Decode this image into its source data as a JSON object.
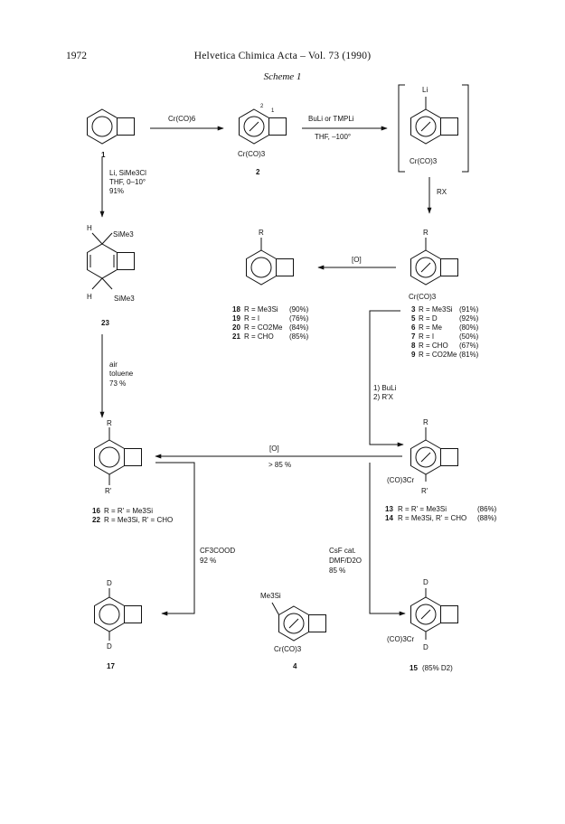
{
  "header": {
    "page_number": "1972",
    "journal": "Helvetica Chimica Acta – Vol. 73 (1990)",
    "scheme_title": "Scheme 1"
  },
  "labels": {
    "c1": "1",
    "c2": "2",
    "c4": "4",
    "c17": "17",
    "c23": "23",
    "cr_co6": "Cr(CO)6",
    "cr_co3": "Cr(CO)3",
    "co3cr": "(CO)3Cr",
    "li": "Li",
    "r": "R",
    "r_prime": "R'",
    "d": "D",
    "h": "H",
    "sime3": "SiMe3",
    "me3si": "Me3Si",
    "ring_pos_2": "2",
    "ring_pos_1": "1"
  },
  "conditions": {
    "step_1_2": "Cr(CO)6",
    "lithiation_1": "BuLi or TMPLi",
    "lithiation_2": "THF, –100°",
    "birch_1": "Li, SiMe3Cl",
    "birch_2": "THF, 0–10°",
    "birch_3": "91%",
    "rx": "RX",
    "oxid": "[O]",
    "air_1": "air",
    "air_2": "toluene",
    "air_3": "73 %",
    "seq_1": "1) BuLi",
    "seq_2": "2) R'X",
    "oxid2": "[O]",
    "oxid2_yield": "> 85 %",
    "tfa_1": "CF3COOD",
    "tfa_2": "92 %",
    "csf_1": "CsF cat.",
    "csf_2": "DMF/D2O",
    "csf_3": "85 %"
  },
  "list_3_9": [
    {
      "num": "3",
      "sub": "R = Me3Si",
      "yield": "(91%)"
    },
    {
      "num": "5",
      "sub": "R = D",
      "yield": "(92%)"
    },
    {
      "num": "6",
      "sub": "R = Me",
      "yield": "(80%)"
    },
    {
      "num": "7",
      "sub": "R = I",
      "yield": "(50%)"
    },
    {
      "num": "8",
      "sub": "R = CHO",
      "yield": "(67%)"
    },
    {
      "num": "9",
      "sub": "R = CO2Me",
      "yield": "(81%)"
    }
  ],
  "list_18_21": [
    {
      "num": "18",
      "sub": "R = Me3Si",
      "yield": "(90%)"
    },
    {
      "num": "19",
      "sub": "R = I",
      "yield": "(76%)"
    },
    {
      "num": "20",
      "sub": "R = CO2Me",
      "yield": "(84%)"
    },
    {
      "num": "21",
      "sub": "R = CHO",
      "yield": "(85%)"
    }
  ],
  "list_16_22": [
    {
      "num": "16",
      "sub": "R = R' = Me3Si"
    },
    {
      "num": "22",
      "sub": "R = Me3Si, R' = CHO"
    }
  ],
  "list_13_14": [
    {
      "num": "13",
      "sub": "R = R' = Me3Si",
      "yield": "(86%)"
    },
    {
      "num": "14",
      "sub": "R = Me3Si, R' = CHO",
      "yield": "(88%)"
    }
  ],
  "label_15": {
    "num": "15",
    "note": "(85% D2)"
  }
}
